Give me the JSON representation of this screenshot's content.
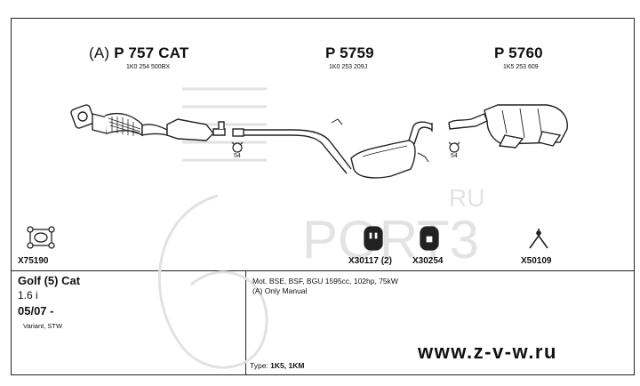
{
  "parts": [
    {
      "prefix": "(A)",
      "number": "P 757 CAT",
      "oem": "1K0 254 500BX"
    },
    {
      "number": "P 5759",
      "oem": "1K0 253 209J"
    },
    {
      "number": "P 5760",
      "oem": "1K5 253 609"
    }
  ],
  "hanger_counts": [
    "54",
    "54"
  ],
  "fittings": [
    {
      "code": "X75190"
    },
    {
      "code": "X30117 (2)"
    },
    {
      "code": "X30254"
    },
    {
      "code": "X50109"
    }
  ],
  "vehicle": {
    "model": "Golf (5) Cat",
    "engine": "1.6 i",
    "date": "05/07 -",
    "variant": "Variant, STW"
  },
  "info": {
    "line1": "Mot. BSE, BSF, BGU 1595cc, 102hp, 75kW",
    "line2": "(A) Only Manual",
    "type_label": "Type:",
    "type_value": "1K5, 1KM"
  },
  "watermark": {
    "brand": "PORT3",
    "ru": "RU"
  },
  "website": "www.z-v-w.ru"
}
